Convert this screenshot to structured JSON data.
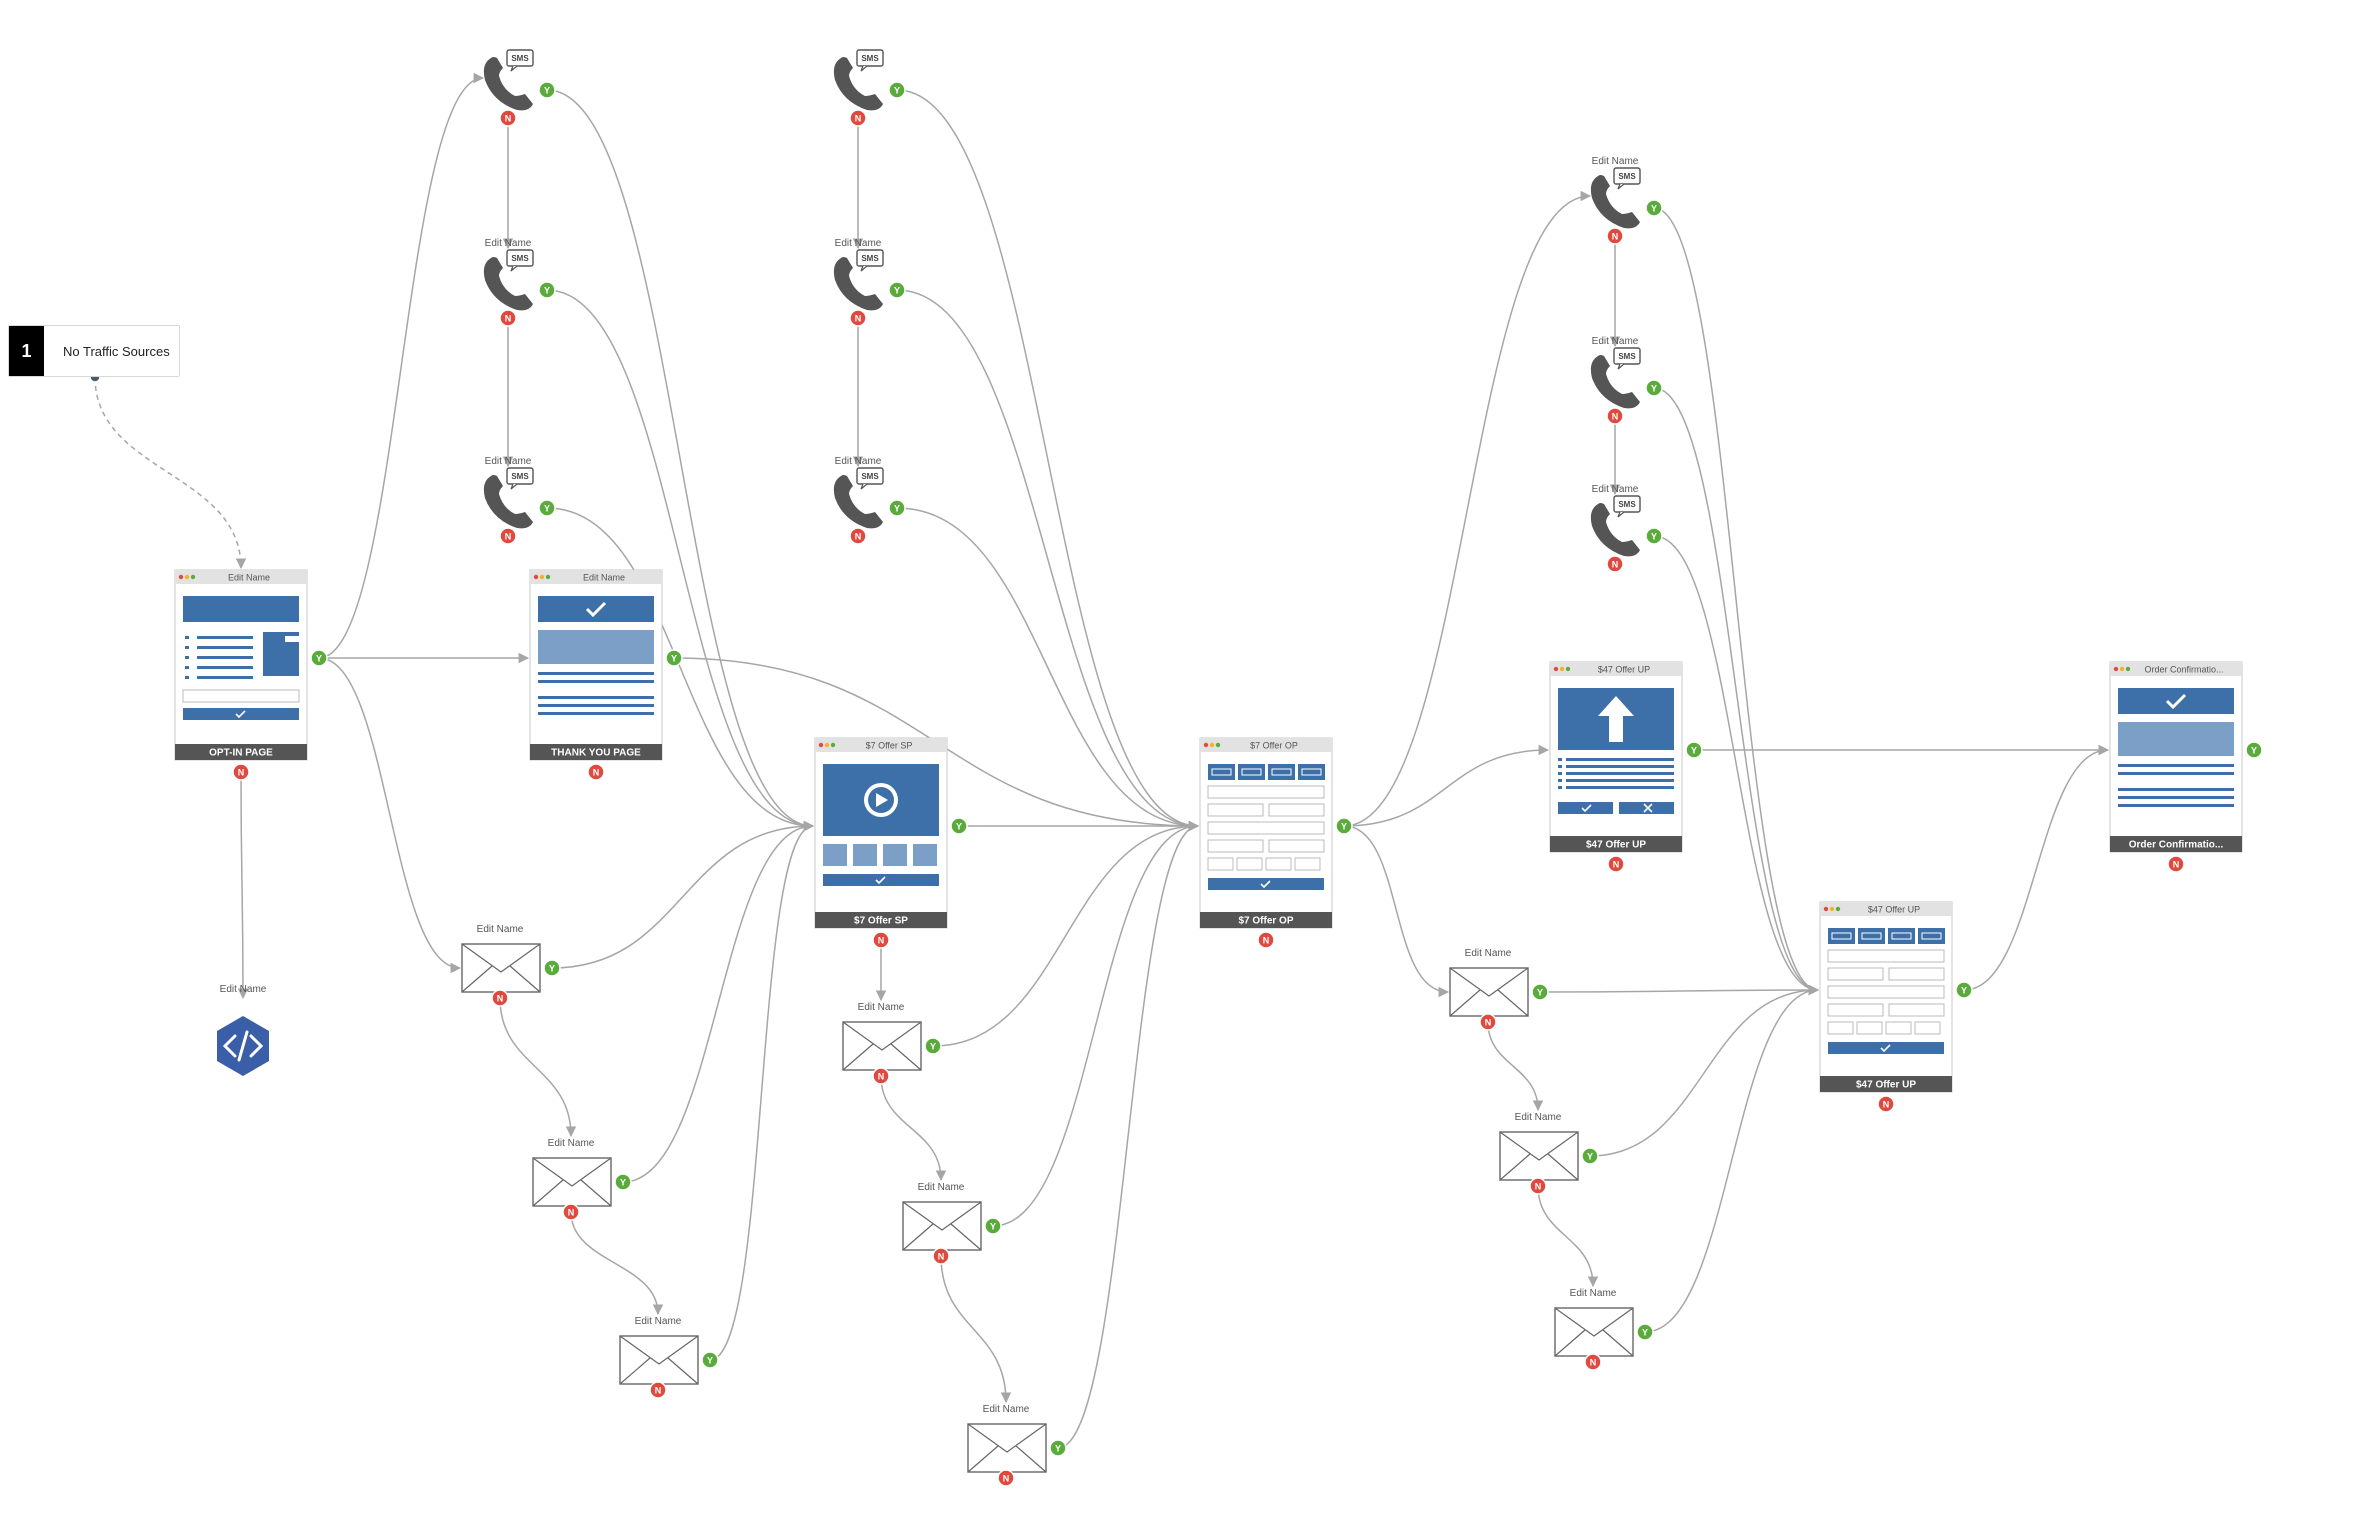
{
  "traffic": {
    "number": "1",
    "label": "No Traffic Sources"
  },
  "labels": {
    "edit_name": "Edit Name",
    "yes": "Y",
    "no": "N",
    "sms": "SMS"
  },
  "pages": [
    {
      "id": "optin",
      "title": "Edit Name",
      "caption": "OPT-IN PAGE",
      "kind": "optin"
    },
    {
      "id": "thankyou",
      "title": "Edit Name",
      "caption": "THANK YOU PAGE",
      "kind": "thankyou"
    },
    {
      "id": "sp",
      "title": "$7 Offer SP",
      "caption": "$7 Offer SP",
      "kind": "video"
    },
    {
      "id": "op",
      "title": "$7 Offer OP",
      "caption": "$7 Offer OP",
      "kind": "order"
    },
    {
      "id": "up1",
      "title": "$47 Offer UP",
      "caption": "$47 Offer UP",
      "kind": "upsell"
    },
    {
      "id": "up2",
      "title": "$47 Offer UP",
      "caption": "$47 Offer UP",
      "kind": "order"
    },
    {
      "id": "conf",
      "title": "Order Confirmatio...",
      "caption": "Order Confirmatio...",
      "kind": "thankyou"
    }
  ],
  "sms_nodes": [
    {
      "id": "s1a",
      "label": ""
    },
    {
      "id": "s1b",
      "label": "Edit Name"
    },
    {
      "id": "s1c",
      "label": "Edit Name"
    },
    {
      "id": "s2a",
      "label": ""
    },
    {
      "id": "s2b",
      "label": "Edit Name"
    },
    {
      "id": "s2c",
      "label": "Edit Name"
    },
    {
      "id": "s3a",
      "label": "Edit Name"
    },
    {
      "id": "s3b",
      "label": "Edit Name"
    },
    {
      "id": "s3c",
      "label": "Edit Name"
    }
  ],
  "email_nodes": [
    {
      "id": "e1a",
      "label": "Edit Name"
    },
    {
      "id": "e1b",
      "label": "Edit Name"
    },
    {
      "id": "e1c",
      "label": "Edit Name"
    },
    {
      "id": "e2a",
      "label": "Edit Name"
    },
    {
      "id": "e2b",
      "label": "Edit Name"
    },
    {
      "id": "e2c",
      "label": "Edit Name"
    },
    {
      "id": "e3a",
      "label": "Edit Name"
    },
    {
      "id": "e3b",
      "label": "Edit Name"
    },
    {
      "id": "e3c",
      "label": "Edit Name"
    }
  ],
  "code_node": {
    "id": "code",
    "label": "Edit Name",
    "icon": "code-icon"
  },
  "colors": {
    "yes": "#5aab3c",
    "no": "#e0493e",
    "page_blue": "#3d6fa8",
    "page_light": "#7b9fc6",
    "caption_bar": "#555555",
    "edge": "#a6a6a6"
  }
}
